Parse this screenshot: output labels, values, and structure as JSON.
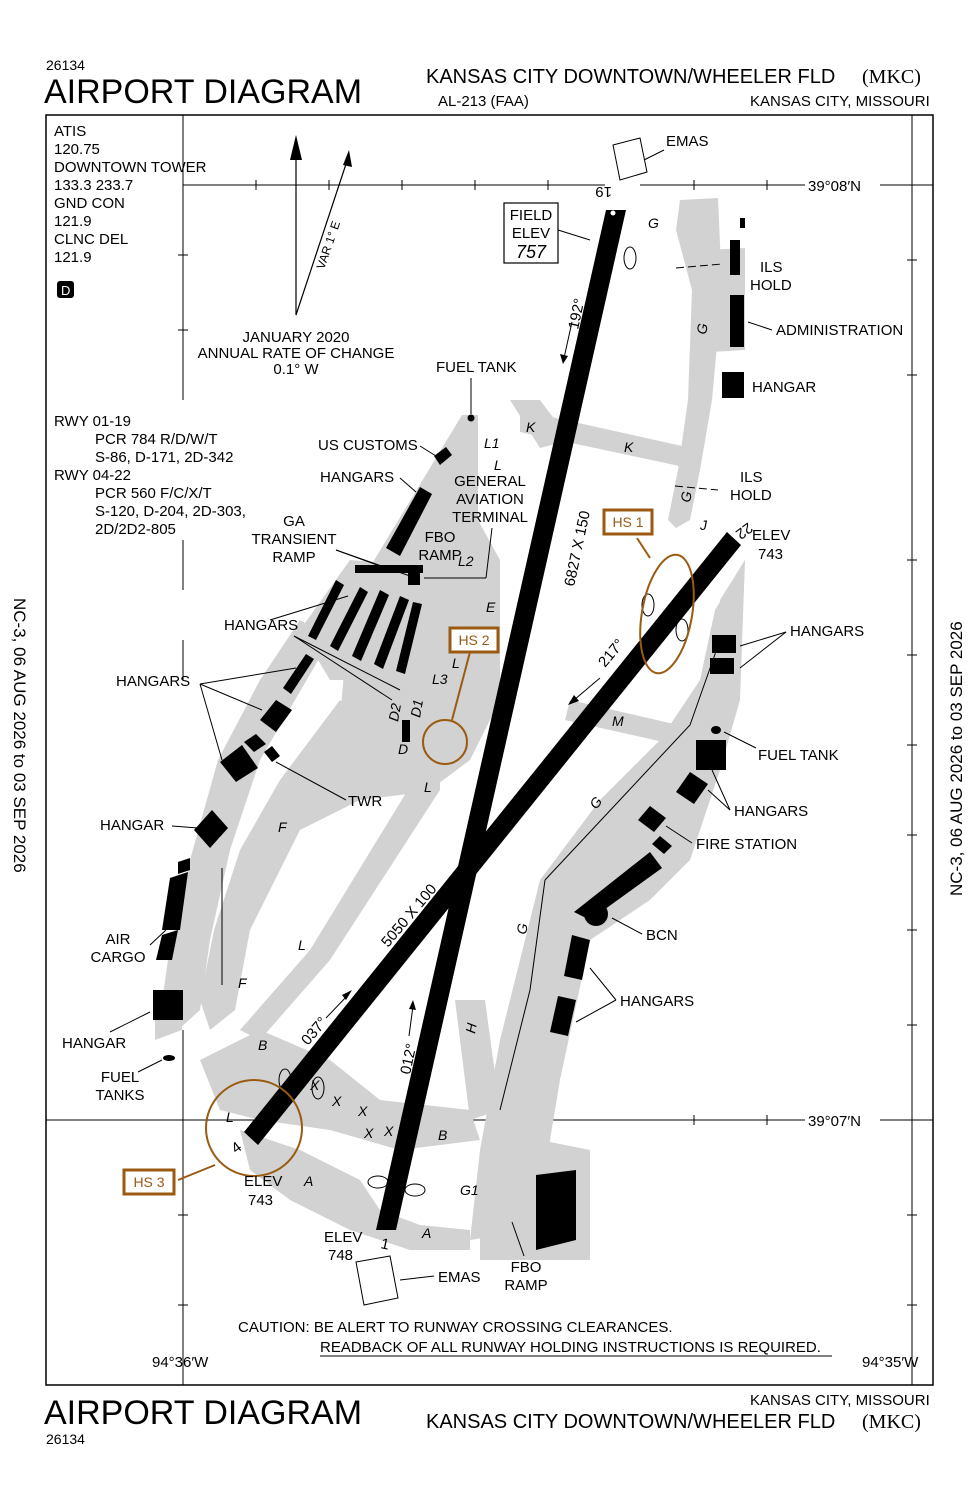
{
  "header": {
    "chart_id_top": "26134",
    "title_top": "AIRPORT DIAGRAM",
    "airport_top": "KANSAS CITY DOWNTOWN/WHEELER FLD",
    "ident_top": "(MKC)",
    "procedure": "AL-213 (FAA)",
    "city_top": "KANSAS CITY, MISSOURI"
  },
  "footer": {
    "title_bottom": "AIRPORT DIAGRAM",
    "chart_id_bottom": "26134",
    "city_bottom": "KANSAS CITY, MISSOURI",
    "airport_bottom": "KANSAS CITY DOWNTOWN/WHEELER FLD",
    "ident_bottom": "(MKC)"
  },
  "side_text": {
    "left": "NC-3,  06 AUG 2026  to  03 SEP 2026",
    "right": "NC-3,  06 AUG 2026  to  03 SEP 2026"
  },
  "frequencies": {
    "atis_label": "ATIS",
    "atis_freq": "120.75",
    "tower_label": "DOWNTOWN TOWER",
    "tower_freq": "133.3 233.7",
    "gnd_label": "GND CON",
    "gnd_freq": "121.9",
    "clnc_label": "CLNC DEL",
    "clnc_freq": "121.9",
    "airspace_class": "D"
  },
  "variation": {
    "var_label": "VAR 1° E",
    "date_line": "JANUARY 2020",
    "rate_line": "ANNUAL RATE OF CHANGE",
    "rate_value": "0.1° W"
  },
  "runway_data": {
    "rwy1_name": "RWY 01-19",
    "rwy1_pcr": "PCR 784 R/D/W/T",
    "rwy1_weights": "S-86, D-171, 2D-342",
    "rwy2_name": "RWY 04-22",
    "rwy2_pcr": "PCR 560 F/C/X/T",
    "rwy2_weights1": "S-120, D-204, 2D-303,",
    "rwy2_weights2": "2D/2D2-805"
  },
  "field_elev": {
    "label1": "FIELD",
    "label2": "ELEV",
    "value": "757"
  },
  "coordinates": {
    "lat_north": "39°08′N",
    "lat_south": "39°07′N",
    "lon_west": "94°36′W",
    "lon_east": "94°35′W"
  },
  "runways": {
    "rwy19": "19",
    "rwy22": "22",
    "rwy4": "4",
    "rwy1": "1",
    "hdg192": "192°",
    "hdg217": "217°",
    "hdg037": "037°",
    "hdg012": "012°",
    "dim_01_19": "6827 X 150",
    "dim_04_22": "5050 X 100",
    "elev22_label": "ELEV",
    "elev22_value": "743",
    "elev4_label": "ELEV",
    "elev4_value": "743",
    "elev1_label": "ELEV",
    "elev1_value": "748"
  },
  "hot_spots": {
    "hs1": "HS 1",
    "hs2": "HS 2",
    "hs3": "HS 3"
  },
  "taxiways": {
    "G": "G",
    "K": "K",
    "L1": "L1",
    "L": "L",
    "L2": "L2",
    "L3": "L3",
    "E": "E",
    "D": "D",
    "D1": "D1",
    "D2": "D2",
    "M": "M",
    "J": "J",
    "F": "F",
    "B": "B",
    "A": "A",
    "X": "X",
    "H": "H",
    "G1": "G1"
  },
  "labels": {
    "emas_top": "EMAS",
    "emas_bottom": "EMAS",
    "ils_hold_1a": "ILS",
    "ils_hold_1b": "HOLD",
    "ils_hold_2a": "ILS",
    "ils_hold_2b": "HOLD",
    "administration": "ADMINISTRATION",
    "hangar_ne": "HANGAR",
    "fuel_tank_top": "FUEL TANK",
    "us_customs": "US CUSTOMS",
    "hangars_customs": "HANGARS",
    "ga_terminal_1": "GENERAL",
    "ga_terminal_2": "AVIATION",
    "ga_terminal_3": "TERMINAL",
    "ga_ramp_1": "GA",
    "ga_ramp_2": "TRANSIENT",
    "ga_ramp_3": "RAMP",
    "fbo_ramp_1a": "FBO",
    "fbo_ramp_1b": "RAMP",
    "hangars_west1": "HANGARS",
    "hangars_west2": "HANGARS",
    "hangars_east1": "HANGARS",
    "fuel_tank_east": "FUEL TANK",
    "hangars_east2": "HANGARS",
    "fire_station": "FIRE STATION",
    "bcn": "BCN",
    "hangars_east3": "HANGARS",
    "twr": "TWR",
    "hangar_w": "HANGAR",
    "air_cargo_1": "AIR",
    "air_cargo_2": "CARGO",
    "hangar_sw": "HANGAR",
    "fuel_tanks_1": "FUEL",
    "fuel_tanks_2": "TANKS",
    "fbo_ramp_2a": "FBO",
    "fbo_ramp_2b": "RAMP"
  },
  "caution": {
    "line1": "CAUTION: BE ALERT TO RUNWAY CROSSING CLEARANCES.",
    "line2": "READBACK OF ALL RUNWAY HOLDING INSTRUCTIONS IS REQUIRED."
  },
  "colors": {
    "hot_spot": "#9a5a12",
    "pavement": "#d2d2d2",
    "ink": "#000000"
  }
}
